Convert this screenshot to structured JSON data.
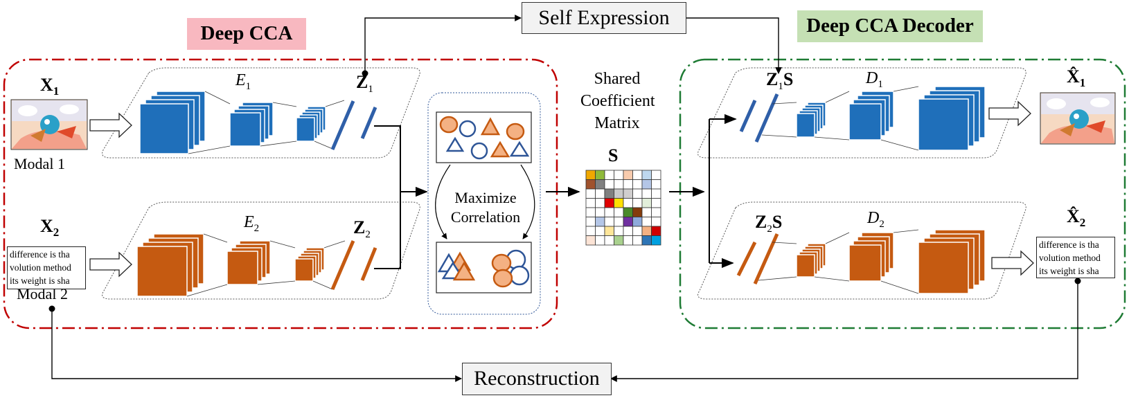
{
  "labels": {
    "self_expression": "Self Expression",
    "reconstruction": "Reconstruction",
    "deep_cca": "Deep CCA",
    "deep_cca_decoder": "Deep CCA Decoder",
    "shared_line1": "Shared",
    "shared_line2": "Coefficient",
    "shared_line3": "Matrix",
    "s_symbol": "S",
    "maximize_line1": "Maximize",
    "maximize_line2": "Correlation",
    "modal1": "Modal 1",
    "modal2": "Modal 2",
    "x1": "X",
    "x1_sub": "1",
    "x2": "X",
    "x2_sub": "2",
    "x1_hat": "X̂",
    "x1_hat_sub": "1",
    "x2_hat": "X̂",
    "x2_hat_sub": "2",
    "e1": "E",
    "e1_sub": "1",
    "e2": "E",
    "e2_sub": "2",
    "z1": "Z",
    "z1_sub": "1",
    "z2": "Z",
    "z2_sub": "2",
    "z1s": "Z",
    "z1s_sub": "1",
    "z1s_s": "S",
    "z2s": "Z",
    "z2s_sub": "2",
    "z2s_s": "S",
    "d1": "D",
    "d1_sub": "1",
    "d2": "D",
    "d2_sub": "2"
  },
  "text_snippet": {
    "lines": [
      "difference is tha",
      "volution method",
      "its weight is sha"
    ]
  },
  "colors": {
    "blue": "#1f6fba",
    "orange": "#c55a11",
    "red_dash": "#c00000",
    "green_dash": "#1e7b34",
    "deep_cca_bg": "#f8b8c0",
    "decoder_bg": "#c5e0b4",
    "shape_fill": "#f4b183",
    "shape_blue": "#2e5597",
    "shape_orange": "#c55a11"
  },
  "matrix_cells": [
    {
      "r": 0,
      "c": 0,
      "color": "#f0a800"
    },
    {
      "r": 0,
      "c": 1,
      "color": "#8fba3a"
    },
    {
      "r": 0,
      "c": 4,
      "color": "#f8cbad"
    },
    {
      "r": 0,
      "c": 6,
      "color": "#bdd7ee"
    },
    {
      "r": 1,
      "c": 0,
      "color": "#a0522d"
    },
    {
      "r": 1,
      "c": 1,
      "color": "#808080"
    },
    {
      "r": 1,
      "c": 6,
      "color": "#b4c6e7"
    },
    {
      "r": 2,
      "c": 2,
      "color": "#808080"
    },
    {
      "r": 2,
      "c": 3,
      "color": "#c9c9c9"
    },
    {
      "r": 2,
      "c": 4,
      "color": "#d0cece"
    },
    {
      "r": 3,
      "c": 2,
      "color": "#e00000"
    },
    {
      "r": 3,
      "c": 3,
      "color": "#ffe000"
    },
    {
      "r": 3,
      "c": 6,
      "color": "#e2efda"
    },
    {
      "r": 4,
      "c": 4,
      "color": "#4a8a2a"
    },
    {
      "r": 4,
      "c": 5,
      "color": "#843c0c"
    },
    {
      "r": 5,
      "c": 1,
      "color": "#b4c6e7"
    },
    {
      "r": 5,
      "c": 4,
      "color": "#7030a0"
    },
    {
      "r": 5,
      "c": 5,
      "color": "#8eaadb"
    },
    {
      "r": 6,
      "c": 2,
      "color": "#ffe699"
    },
    {
      "r": 6,
      "c": 6,
      "color": "#f4b183"
    },
    {
      "r": 6,
      "c": 7,
      "color": "#d00000"
    },
    {
      "r": 7,
      "c": 0,
      "color": "#fce4d6"
    },
    {
      "r": 7,
      "c": 3,
      "color": "#a9d18e"
    },
    {
      "r": 7,
      "c": 6,
      "color": "#2e75b6"
    },
    {
      "r": 7,
      "c": 7,
      "color": "#00a0e0"
    }
  ]
}
